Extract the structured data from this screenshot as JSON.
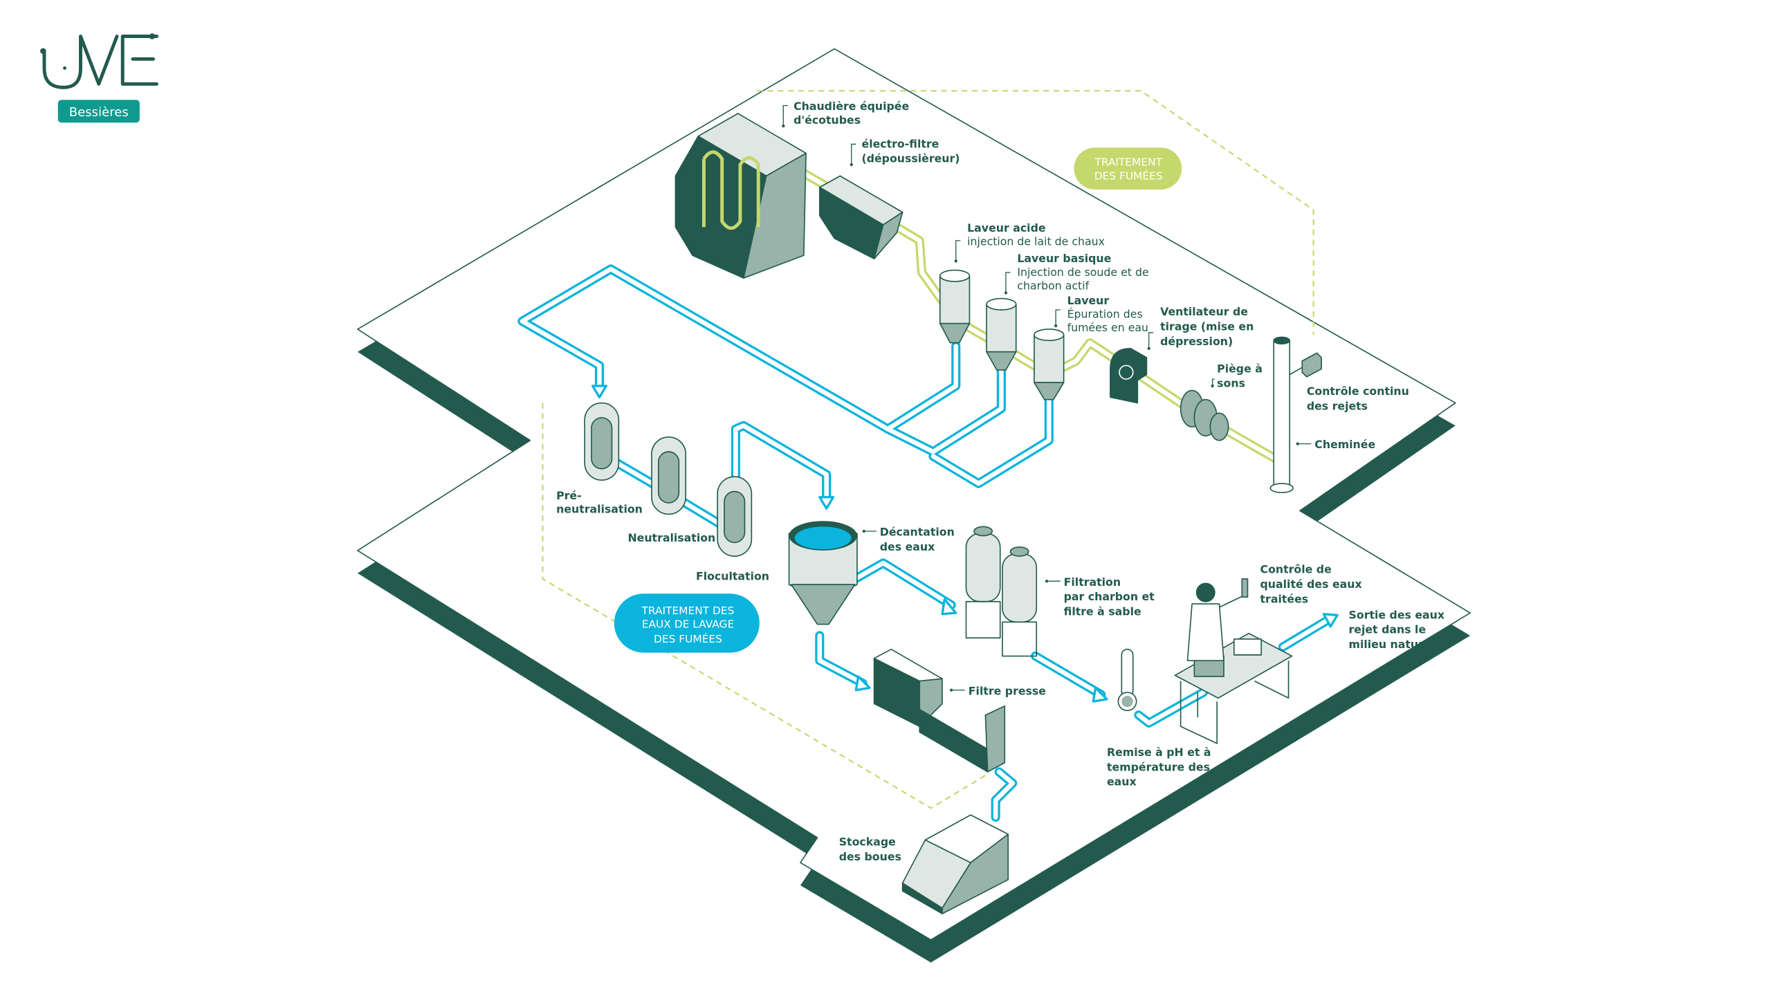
{
  "logo": {
    "text": "UVE",
    "site_label": "Bessières"
  },
  "colors": {
    "dark_green": "#235a4e",
    "mid_green": "#97b3aa",
    "light_green": "#dfe7e4",
    "water_blue": "#0ab4dc",
    "fumes_lime": "#c5d86d",
    "brand_teal": "#0f9a8f"
  },
  "sections": {
    "fumes": [
      "TRAITEMENT",
      "DES FUMÉES"
    ],
    "water": [
      "TRAITEMENT DES",
      "EAUX DE LAVAGE",
      "DES FUMÉES"
    ]
  },
  "labels": {
    "boiler": [
      "Chaudière équipée",
      "d'écotubes"
    ],
    "electrofilter": [
      "électro-filtre",
      "(dépoussièreur)"
    ],
    "acid_scrubber": {
      "title": "Laveur acide",
      "desc": [
        "injection de lait de chaux"
      ]
    },
    "basic_scrubber": {
      "title": "Laveur basique",
      "desc": [
        "Injection de soude et de",
        "charbon actif"
      ]
    },
    "water_scrubber": {
      "title": "Laveur",
      "desc": [
        "Épuration des",
        "fumées en eau"
      ]
    },
    "fan": [
      "Ventilateur de",
      "tirage (mise en",
      "dépression)"
    ],
    "silencer": [
      "Piège à",
      "sons"
    ],
    "monitoring": [
      "Contrôle continu",
      "des rejets"
    ],
    "chimney": [
      "Cheminée"
    ],
    "pre_neutralisation": [
      "Pré-",
      "neutralisation"
    ],
    "neutralisation": [
      "Neutralisation"
    ],
    "flocculation": [
      "Flocultation"
    ],
    "decantation": [
      "Décantation",
      "des eaux"
    ],
    "filtration": [
      "Filtration",
      "par charbon et",
      "filtre à sable"
    ],
    "quality_control": [
      "Contrôle de",
      "qualité des eaux",
      "traitées"
    ],
    "water_exit": [
      "Sortie des eaux",
      "rejet dans le",
      "milieu naturel"
    ],
    "filter_press": [
      "Filtre presse"
    ],
    "ph_temperature": [
      "Remise à pH et à",
      "température des",
      "eaux"
    ],
    "sludge_storage": [
      "Stockage",
      "des boues"
    ]
  }
}
